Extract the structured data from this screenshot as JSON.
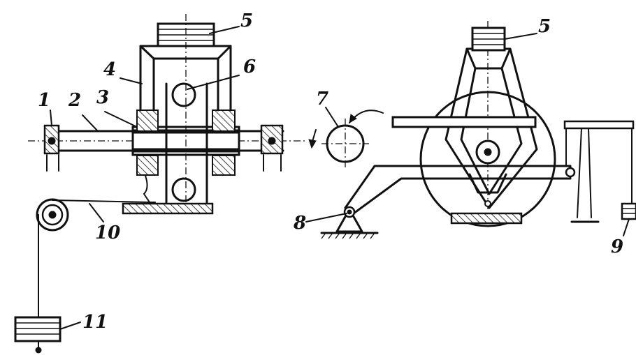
{
  "labels": {
    "l1": "1",
    "l2": "2",
    "l3": "3",
    "l4": "4",
    "l5_left": "5",
    "l6": "6",
    "l10": "10",
    "l11": "11",
    "l5_right": "5",
    "l7": "7",
    "l8": "8",
    "l9": "9"
  }
}
